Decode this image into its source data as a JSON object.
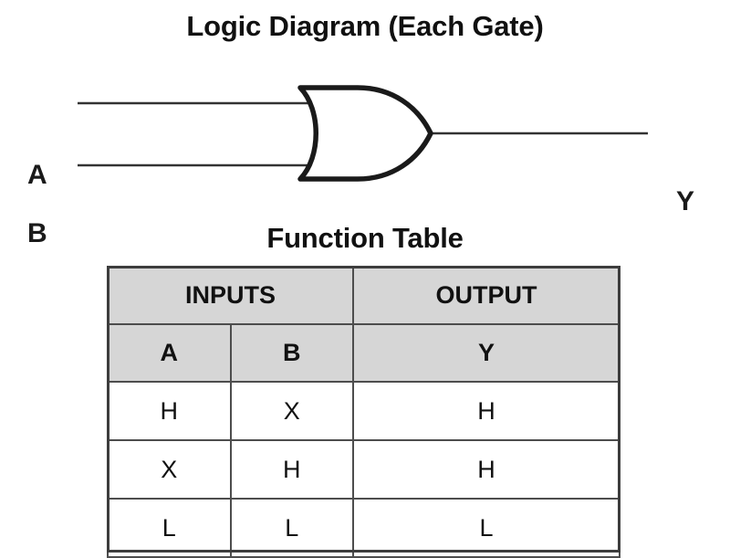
{
  "diagram": {
    "title": "Logic Diagram (Each Gate)",
    "gate_type": "OR",
    "inputs": [
      {
        "label": "A"
      },
      {
        "label": "B"
      }
    ],
    "output": {
      "label": "Y"
    }
  },
  "table": {
    "title": "Function Table",
    "group_headers": [
      {
        "label": "INPUTS",
        "span": 2
      },
      {
        "label": "OUTPUT",
        "span": 1
      }
    ],
    "column_headers": [
      "A",
      "B",
      "Y"
    ],
    "rows": [
      [
        "H",
        "X",
        "H"
      ],
      [
        "X",
        "H",
        "H"
      ],
      [
        "L",
        "L",
        "L"
      ]
    ]
  },
  "colors": {
    "header_fill": "#d6d6d6",
    "border": "#4d4d4d",
    "frame": "#3d3d3d",
    "ink": "#111111",
    "background": "#ffffff"
  }
}
